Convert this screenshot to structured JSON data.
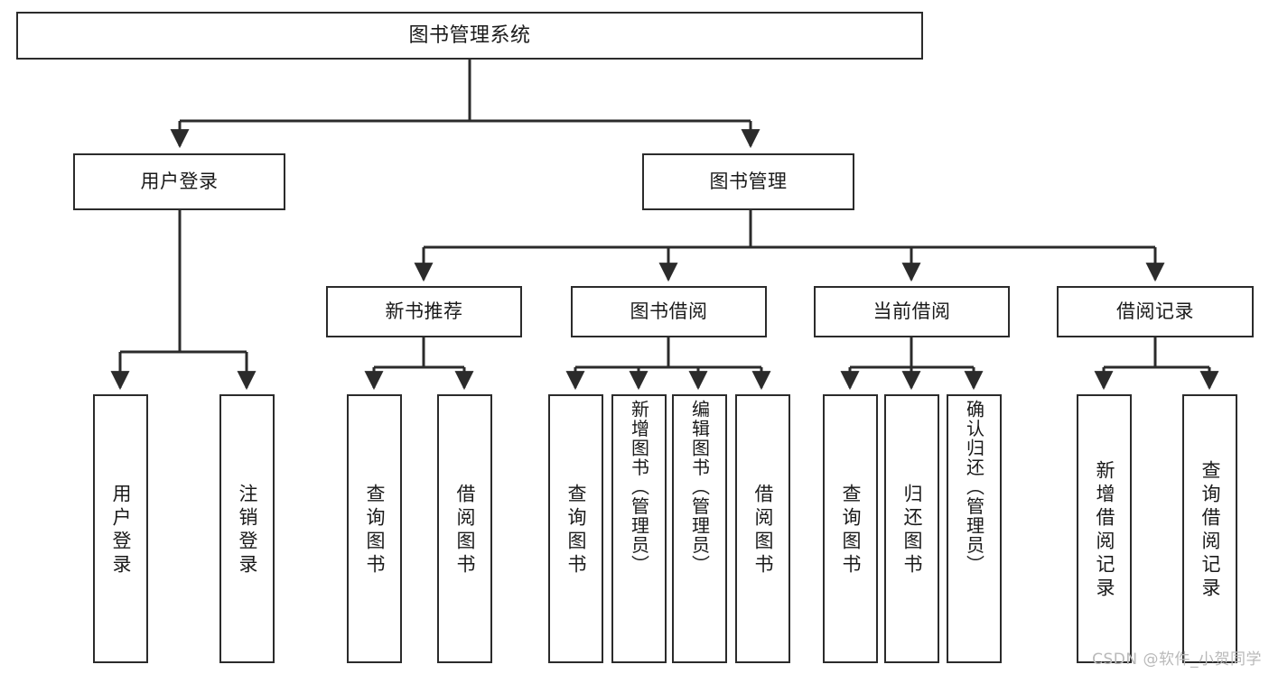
{
  "diagram": {
    "title": "图书管理系统",
    "type": "tree-hierarchy-chart",
    "colors": {
      "stroke": "#2b2b2b",
      "fill": "#ffffff",
      "text": "#1a1a1a",
      "watermark": "#b9b9b9"
    },
    "root": {
      "label": "图书管理系统"
    },
    "level2": [
      {
        "label": "用户登录"
      },
      {
        "label": "图书管理"
      }
    ],
    "level3": [
      {
        "label": "新书推荐"
      },
      {
        "label": "图书借阅"
      },
      {
        "label": "当前借阅"
      },
      {
        "label": "借阅记录"
      }
    ],
    "leaves": {
      "user_login": [
        {
          "label": "用户登录"
        },
        {
          "label": "注销登录"
        }
      ],
      "new_book_recommend": [
        {
          "label": "查询图书"
        },
        {
          "label": "借阅图书"
        }
      ],
      "book_borrow": [
        {
          "label": "查询图书"
        },
        {
          "label": "新增图书（管理员）"
        },
        {
          "label": "编辑图书（管理员）"
        },
        {
          "label": "借阅图书"
        }
      ],
      "current_borrow": [
        {
          "label": "查询图书"
        },
        {
          "label": "归还图书"
        },
        {
          "label": "确认归还（管理员）"
        }
      ],
      "borrow_record": [
        {
          "label": "新增借阅记录"
        },
        {
          "label": "查询借阅记录"
        }
      ]
    }
  },
  "watermark": {
    "text": "CSDN @软件_小贺同学"
  }
}
